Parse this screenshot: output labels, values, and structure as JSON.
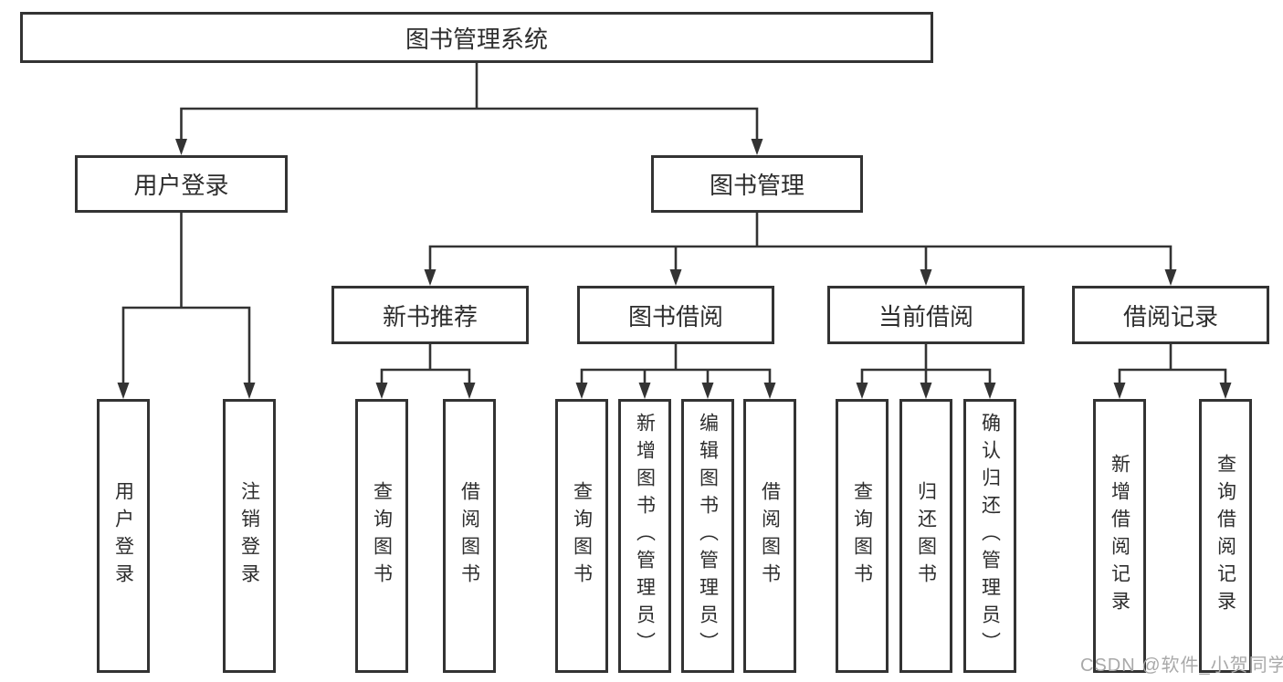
{
  "tree": {
    "root": {
      "label": "图书管理系统"
    },
    "branches": [
      {
        "label": "用户登录",
        "children": [
          {
            "label": "用户登录"
          },
          {
            "label": "注销登录"
          }
        ]
      },
      {
        "label": "图书管理",
        "children": [
          {
            "label": "新书推荐",
            "children": [
              {
                "label": "查询图书"
              },
              {
                "label": "借阅图书"
              }
            ]
          },
          {
            "label": "图书借阅",
            "children": [
              {
                "label": "查询图书"
              },
              {
                "label": "新增图书（管理员）"
              },
              {
                "label": "编辑图书（管理员）"
              },
              {
                "label": "借阅图书"
              }
            ]
          },
          {
            "label": "当前借阅",
            "children": [
              {
                "label": "查询图书"
              },
              {
                "label": "归还图书"
              },
              {
                "label": "确认归还（管理员）"
              }
            ]
          },
          {
            "label": "借阅记录",
            "children": [
              {
                "label": "新增借阅记录"
              },
              {
                "label": "查询借阅记录"
              }
            ]
          }
        ]
      }
    ]
  },
  "watermark": {
    "text": "CSDN @软件_小贺同学"
  },
  "colors": {
    "line": "#333333",
    "text": "#2d2d2d",
    "watermark": "#a9a9a9",
    "background": "#ffffff"
  }
}
